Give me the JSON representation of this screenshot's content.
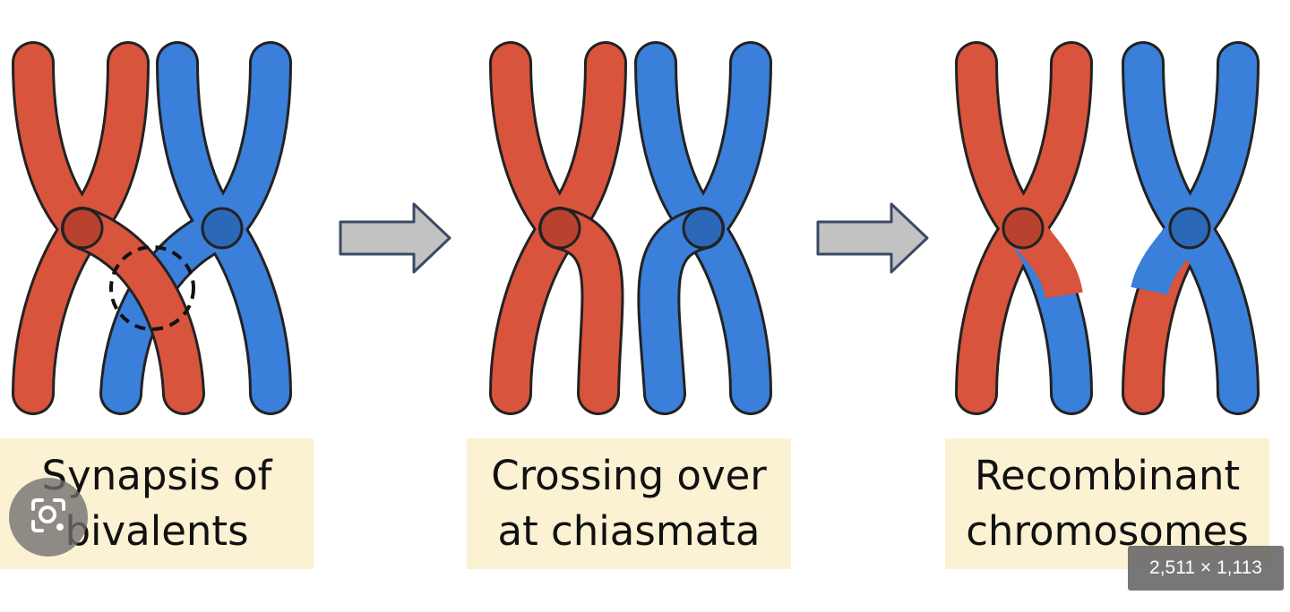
{
  "panels": [
    {
      "caption_lines": [
        "Synapsis of",
        "bivalents"
      ]
    },
    {
      "caption_lines": [
        "Crossing over",
        "at chiasmata"
      ]
    },
    {
      "caption_lines": [
        "Recombinant",
        "chromosomes"
      ]
    }
  ],
  "overlay": {
    "image_dimensions": "2,511 × 1,113",
    "lens_icon": "visual-search-icon"
  },
  "colors": {
    "red": "#d9543c",
    "blue": "#3a7fd9",
    "outline": "#2a2a2a",
    "caption_bg": "#fbf1d3",
    "arrow_fill": "#c2c2c2",
    "arrow_stroke": "#3b4a66"
  }
}
